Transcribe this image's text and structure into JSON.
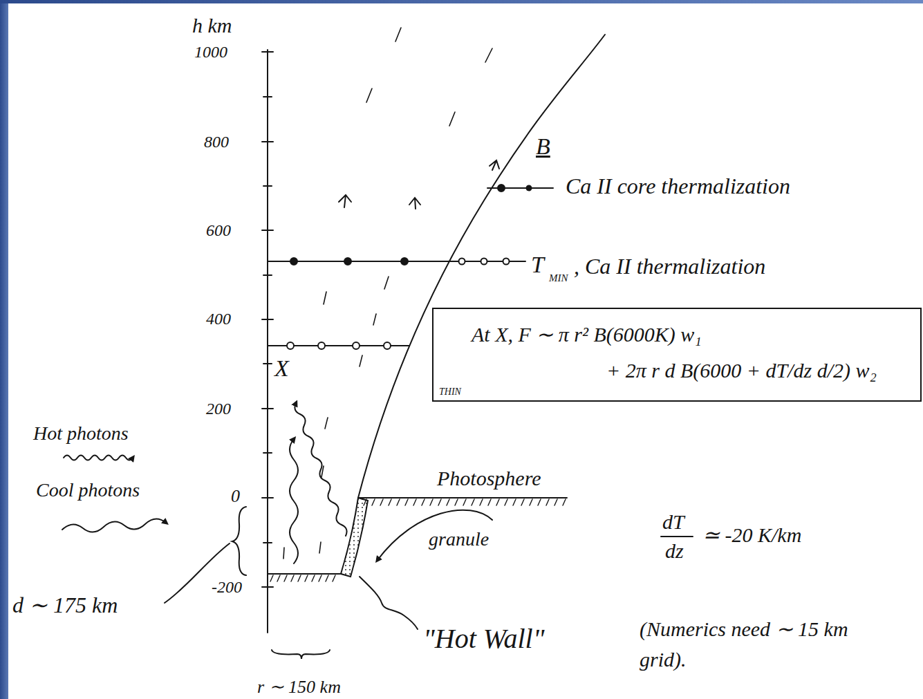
{
  "diagram": {
    "nodes": [
      {
        "text": [
          "At X, F ∼ π r² B(6000K) w₁",
          "+ 2π r d B(6000 + dT/dz d/2) w₂",
          "THIN"
        ]
      }
    ],
    "labels": [
      "h km",
      "1000",
      "800",
      "600",
      "400",
      "200",
      "0",
      "-200",
      "B",
      "Ca II core thermalization",
      "T",
      "MIN",
      ", Ca II thermalization",
      "X",
      "Photosphere",
      "granule",
      "\"Hot Wall\"",
      "d ∼ 175 km",
      "r ∼ 150 km",
      "dT",
      "dz",
      "≃ -20 K/km",
      "(Numerics need ∼ 15 km grid)."
    ],
    "legend": [
      {
        "text": "Hot photons"
      },
      {
        "text": "Cool photons"
      }
    ]
  }
}
